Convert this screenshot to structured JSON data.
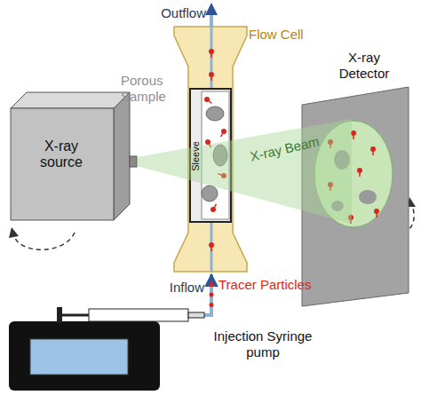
{
  "diagram": {
    "nodes": [
      {
        "text": [
          "Flow Cell"
        ]
      },
      {
        "text": [
          "X-ray source"
        ]
      },
      {
        "text": [
          "X-ray Detector"
        ]
      },
      {
        "text": [
          "Injection Syringe pump"
        ]
      }
    ],
    "edges": [
      {
        "from": 3,
        "to": 0,
        "arrow": "to",
        "label": "Inflow"
      }
    ],
    "labels": [
      "Outflow",
      "Porous Sample",
      "Sleeve",
      "X-ray Beam",
      "Tracer Particles"
    ]
  }
}
